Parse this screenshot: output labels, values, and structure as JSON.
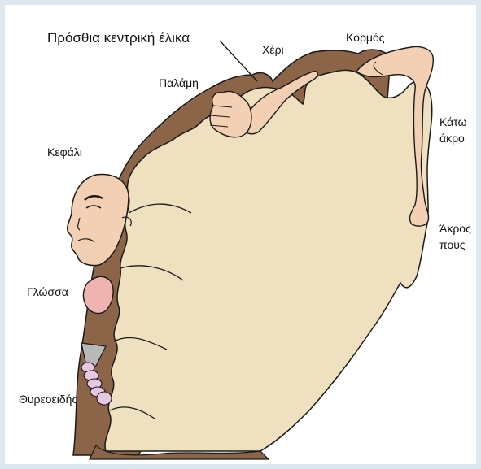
{
  "diagram": {
    "labels": {
      "precentral": "Πρόσθια κεντρική έλικα",
      "hand": "Χέρι",
      "trunk": "Κορμός",
      "palm": "Παλάμη",
      "lower_limb_line1": "Κάτω",
      "lower_limb_line2": "άκρο",
      "head": "Κεφάλι",
      "foot_line1": "Άκρος",
      "foot_line2": "πους",
      "tongue": "Γλώσσα",
      "thyroid": "Θυρεοειδής"
    },
    "colors": {
      "background": "#dfe7ef",
      "panel": "#ffffff",
      "cortex_surface": "#efe1bf",
      "cortex_depth": "#8c6448",
      "skin": "#f3d0b4",
      "tongue": "#efb3b0",
      "thyroid": "#e8c7e3",
      "outline": "#1a1a1a"
    }
  }
}
